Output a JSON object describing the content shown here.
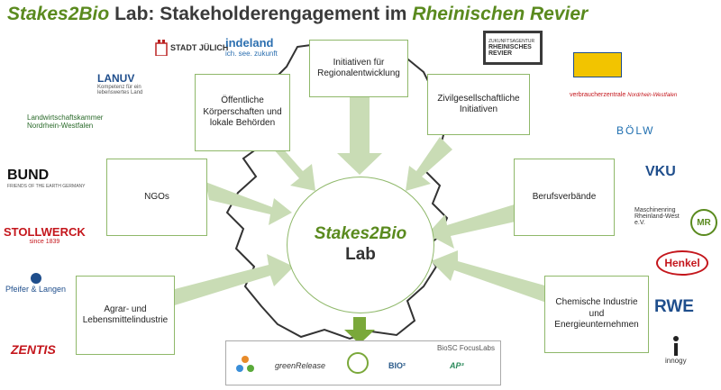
{
  "title": {
    "part1": "Stakes2Bio",
    "part2": " Lab: Stakeholderengagement im ",
    "part3": "Rheinischen Revier"
  },
  "center": {
    "line1": "Stakes2Bio",
    "line2": "Lab"
  },
  "boxes": {
    "initiativen": "Initiativen für Regionalentwicklung",
    "oeffentliche": "Öffentliche Körperschaften und lokale Behörden",
    "zivil": "Zivilgesellschaftliche Initiativen",
    "ngos": "NGOs",
    "beruf": "Berufsverbände",
    "agrar": "Agrar- und Lebensmittelindustrie",
    "chemie": "Chemische Industrie und Energieunternehmen"
  },
  "focus": {
    "label": "BioSC FocusLabs",
    "items": [
      "greenRelease",
      "BIO²",
      "AP³"
    ]
  },
  "logos": {
    "juelich": "STADT JÜLICH",
    "indeland": "indeland",
    "indeland_sub": "ich. see. zukunft",
    "lanuv": "LANUV",
    "lanuv_sub": "Kompetenz für ein lebenswertes Land",
    "lwk1": "Landwirtschaftskammer",
    "lwk2": "Nordrhein-Westfalen",
    "bund": "BUND",
    "bund_sub": "FRIENDS OF THE EARTH GERMANY",
    "stollwerck": "STOLLWERCK",
    "stollwerck_sub": "since 1839",
    "pfeifer": "Pfeifer & Langen",
    "zentis": "ZENTIS",
    "zrr1": "ZUKUNFTSAGENTUR",
    "zrr2": "RHEINISCHES",
    "zrr3": "REVIER",
    "verbraucher": "verbraucherzentrale",
    "verbraucher_sub": "Nordrhein-Westfalen",
    "bolw": "BÖLW",
    "vku": "VKU",
    "mr1": "Maschinenring",
    "mr2": "Rheinland-West",
    "mr3": "e.V.",
    "mr_badge": "MR",
    "henkel": "Henkel",
    "rwe": "RWE",
    "innogy": "innogy"
  },
  "colors": {
    "green": "#5a8a1e",
    "arrow": "#c9dcb5",
    "border": "#8fb86a",
    "down_arrow": "#7aa83a"
  }
}
